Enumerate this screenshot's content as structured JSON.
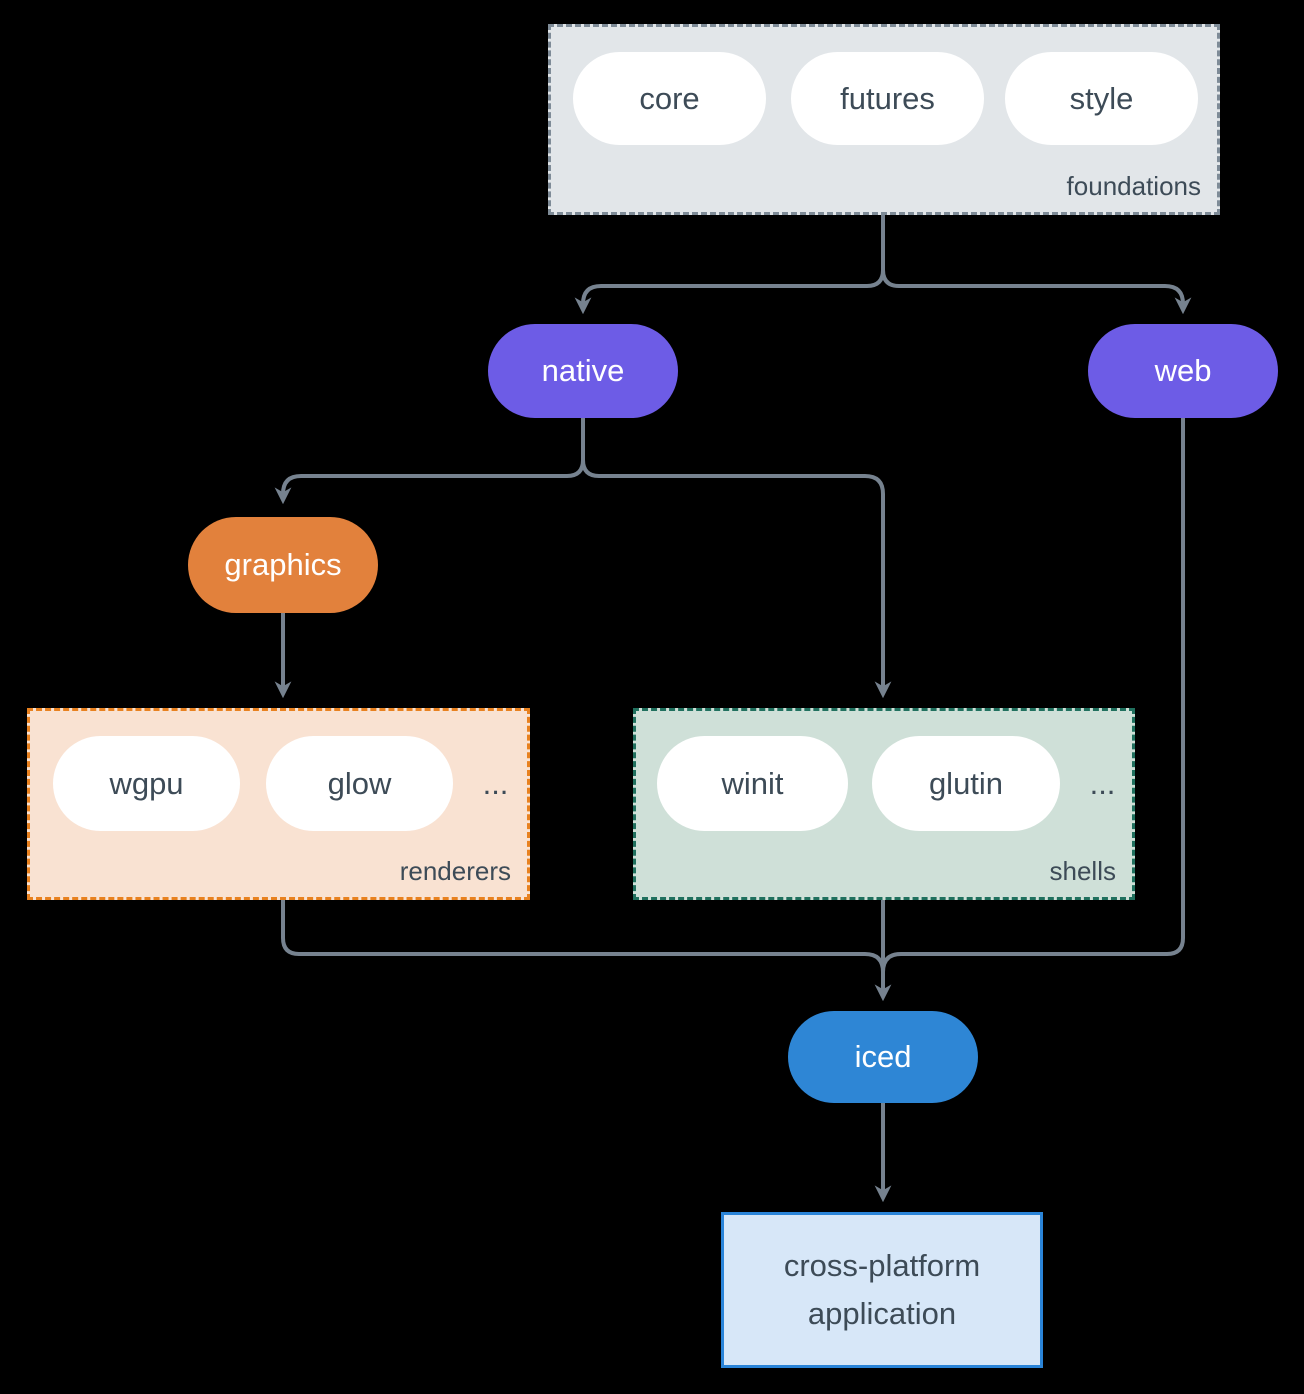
{
  "colors": {
    "background": "#000000",
    "arrow": "#76828f",
    "text_dark": "#3d4b57",
    "pill_fill": "#ffffff",
    "purple_node": "#6d5ce6",
    "orange_node": "#e2813c",
    "blue_node": "#2e86d5",
    "foundations_fill": "#e2e6e9",
    "foundations_border": "#7e8b97",
    "renderers_fill": "#f9e2d2",
    "renderers_border": "#e8811f",
    "shells_fill": "#cfe0d8",
    "shells_border": "#20705e",
    "application_fill": "#d7e7f8",
    "application_border": "#2a84d8"
  },
  "groups": {
    "foundations": {
      "label": "foundations",
      "pills": [
        "core",
        "futures",
        "style"
      ]
    },
    "renderers": {
      "label": "renderers",
      "pills": [
        "wgpu",
        "glow"
      ],
      "ellipsis": "..."
    },
    "shells": {
      "label": "shells",
      "pills": [
        "winit",
        "glutin"
      ],
      "ellipsis": "..."
    }
  },
  "nodes": {
    "native": {
      "label": "native"
    },
    "web": {
      "label": "web"
    },
    "graphics": {
      "label": "graphics"
    },
    "iced": {
      "label": "iced"
    },
    "application": {
      "line1": "cross-platform",
      "line2": "application"
    }
  }
}
